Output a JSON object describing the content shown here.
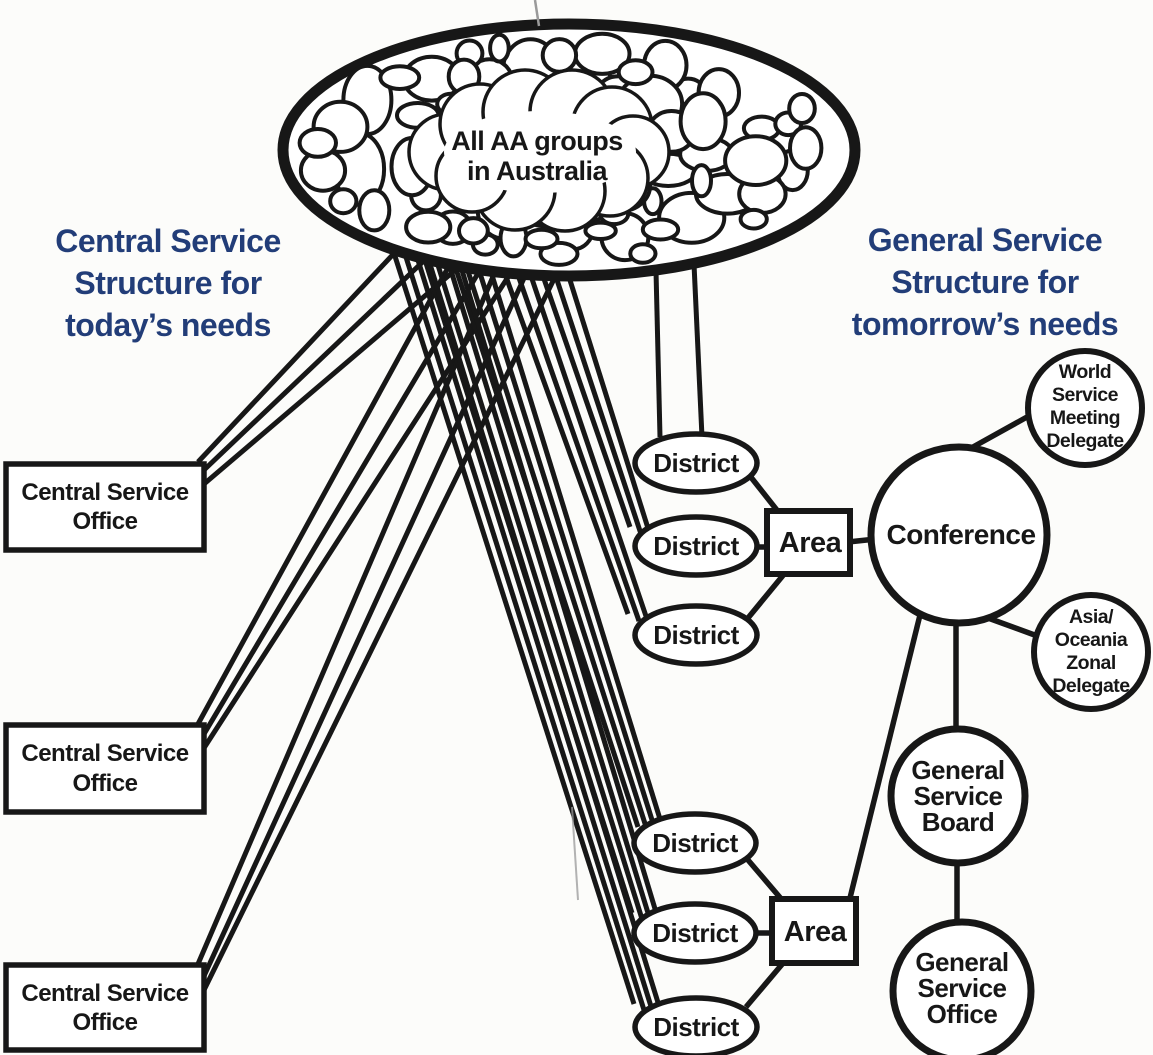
{
  "diagram": {
    "groups_pool": {
      "line1": "All AA groups",
      "line2": "in Australia"
    },
    "left_title": {
      "line1": "Central Service",
      "line2": "Structure for",
      "line3": "today’s needs"
    },
    "right_title": {
      "line1": "General Service",
      "line2": "Structure for",
      "line3": "tomorrow’s needs"
    },
    "central_service_offices": [
      {
        "line1": "Central Service",
        "line2": "Office"
      },
      {
        "line1": "Central Service",
        "line2": "Office"
      },
      {
        "line1": "Central Service",
        "line2": "Office"
      }
    ],
    "districts_top": [
      {
        "label": "District"
      },
      {
        "label": "District"
      },
      {
        "label": "District"
      }
    ],
    "districts_bottom": [
      {
        "label": "District"
      },
      {
        "label": "District"
      },
      {
        "label": "District"
      }
    ],
    "areas": [
      {
        "label": "Area"
      },
      {
        "label": "Area"
      }
    ],
    "conference": {
      "label": "Conference"
    },
    "world_service_meeting_delegate": {
      "line1": "World",
      "line2": "Service",
      "line3": "Meeting",
      "line4": "Delegate"
    },
    "asia_oceania_zonal_delegate": {
      "line1": "Asia/",
      "line2": "Oceania",
      "line3": "Zonal",
      "line4": "Delegate"
    },
    "general_service_board": {
      "line1": "General",
      "line2": "Service",
      "line3": "Board"
    },
    "general_service_office": {
      "line1": "General",
      "line2": "Service",
      "line3": "Office"
    },
    "colors": {
      "title-blue": "#223d78",
      "ink": "#171717",
      "paper": "#fcfcfa"
    }
  }
}
